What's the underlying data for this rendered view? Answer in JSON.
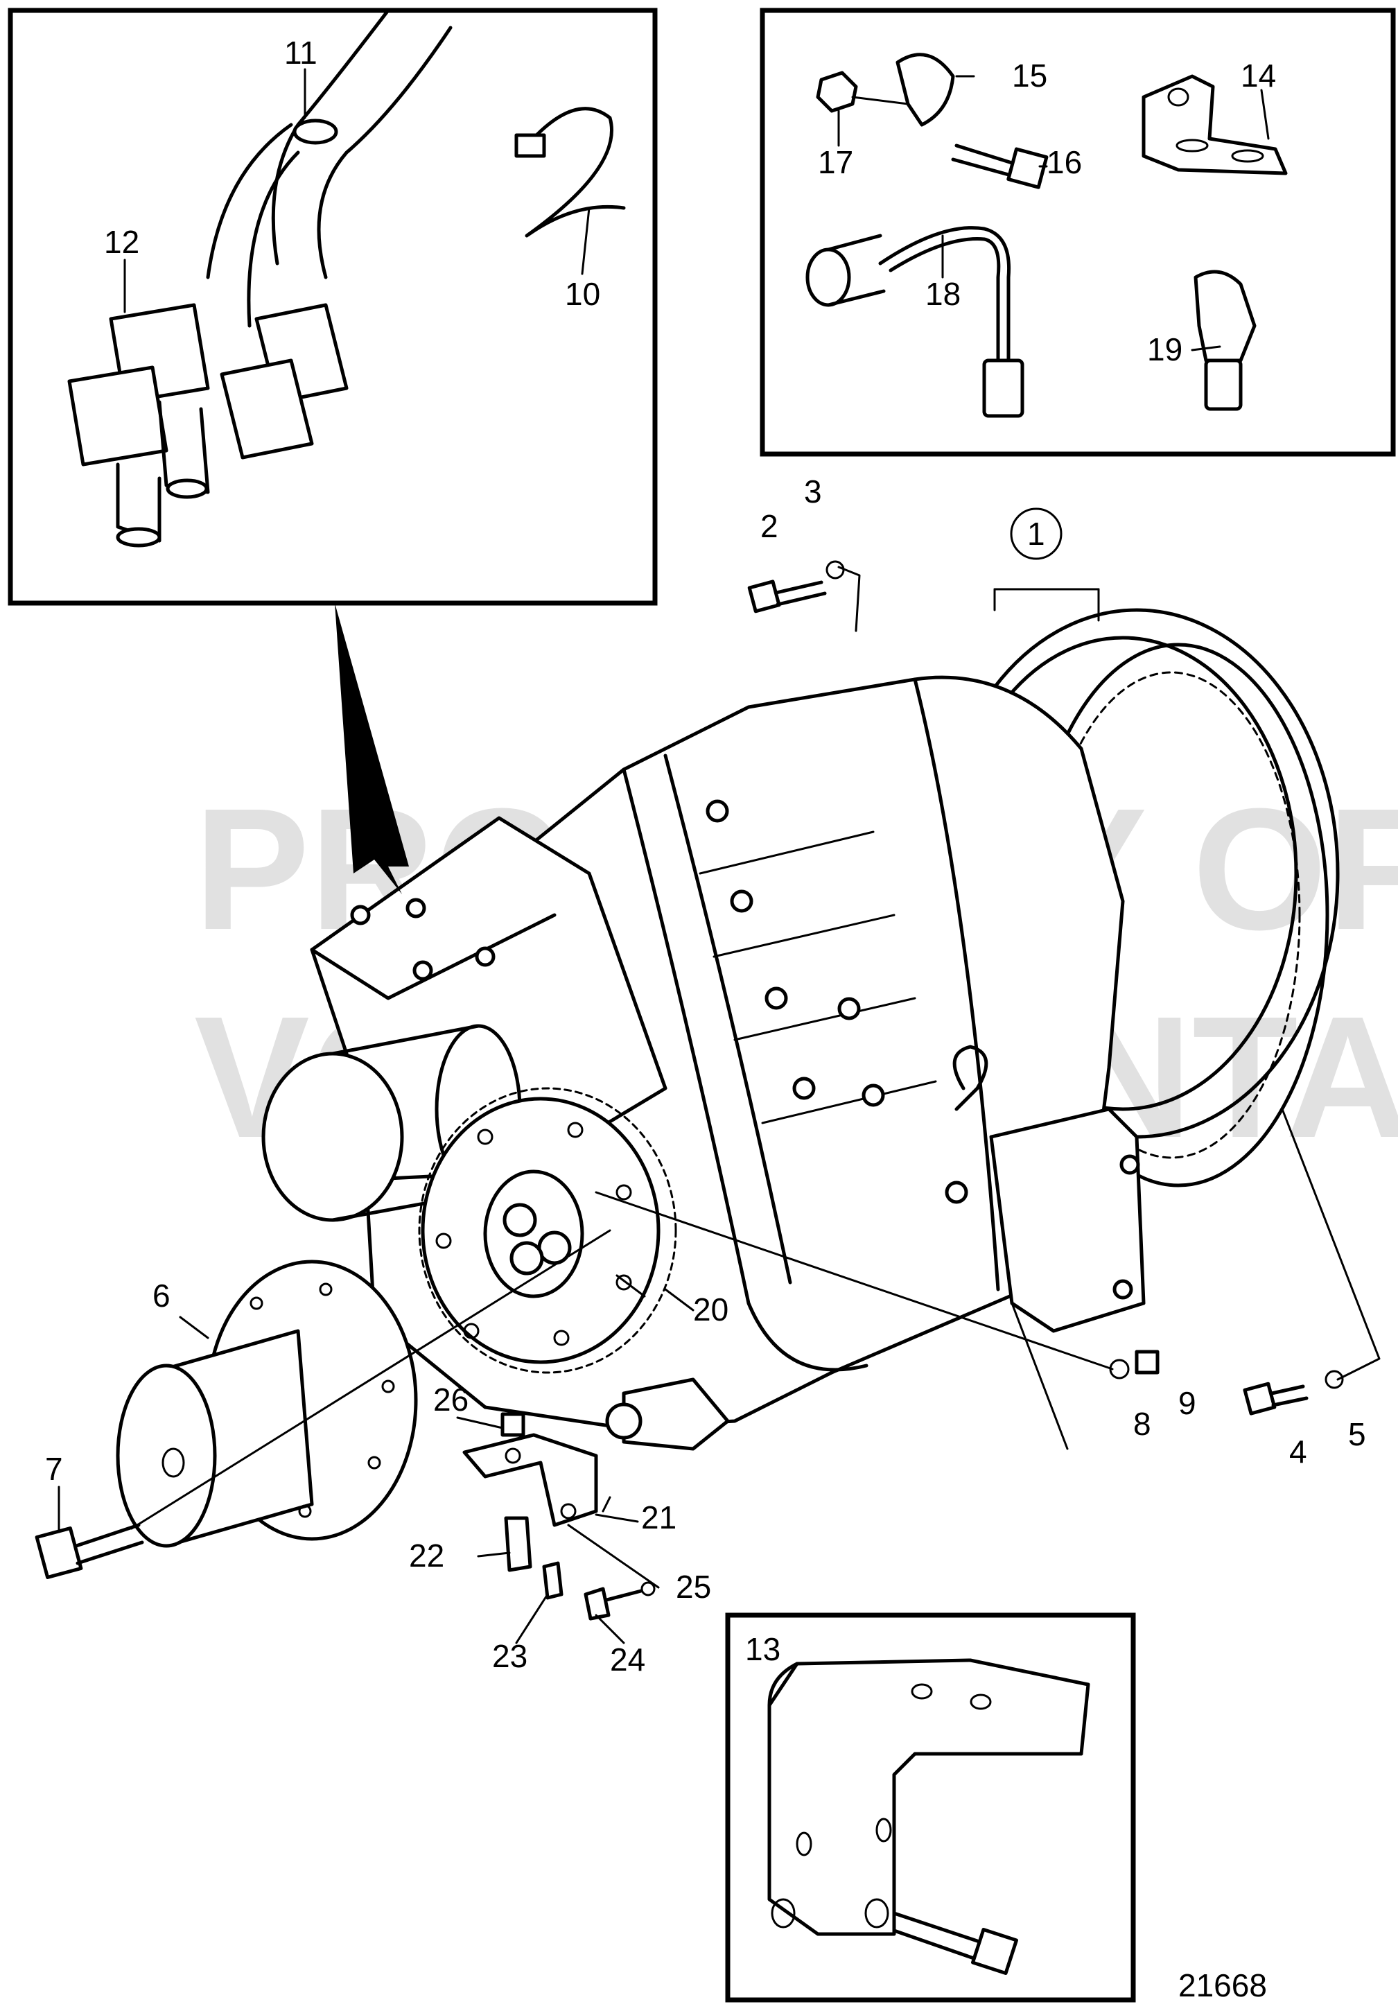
{
  "diagram": {
    "id": "21668",
    "watermark": [
      "PROPERTY OF",
      "VOLVO PENTA"
    ],
    "callouts": [
      "1",
      "2",
      "3",
      "4",
      "5",
      "6",
      "7",
      "8",
      "9",
      "10",
      "11",
      "12",
      "13",
      "14",
      "15",
      "16",
      "17",
      "18",
      "19",
      "20",
      "21",
      "22",
      "23",
      "24",
      "25",
      "26"
    ]
  }
}
